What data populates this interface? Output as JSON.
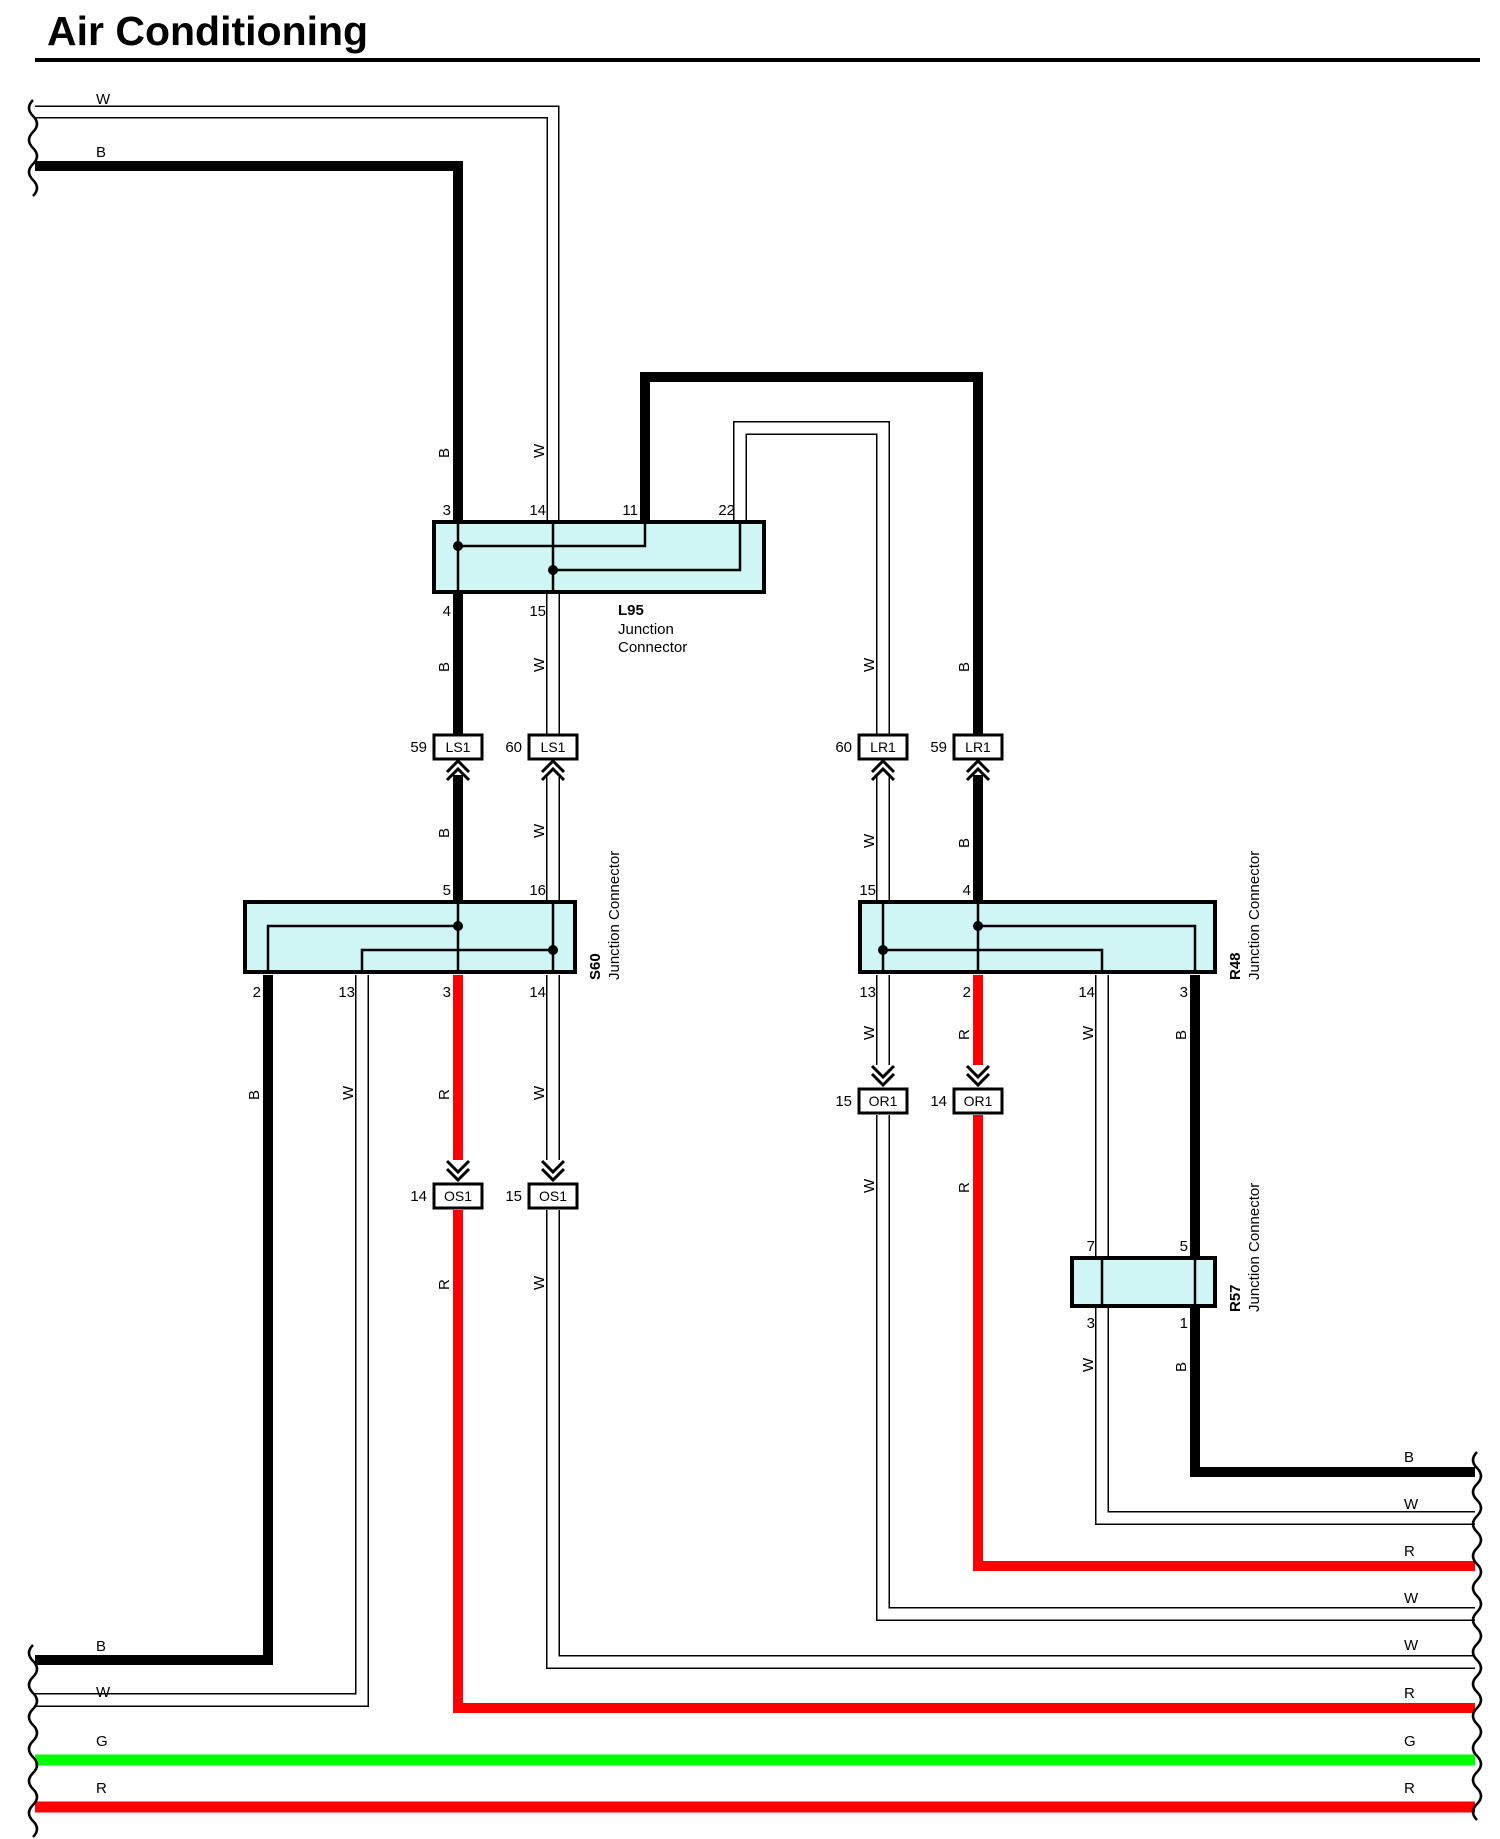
{
  "title": "Air Conditioning",
  "colors": {
    "B": "#000000",
    "W": "#ffffff",
    "R": "#ff0000",
    "G": "#00ff00",
    "connector_fill": "#cff5f5"
  },
  "wire_colors": {
    "black": "B",
    "white": "W",
    "red": "R",
    "green": "G"
  },
  "junction_connectors": {
    "L95": {
      "name": "L95",
      "desc_line1": "Junction",
      "desc_line2": "Connector",
      "pins_top": [
        "3",
        "14",
        "11",
        "22"
      ],
      "pins_bottom": [
        "4",
        "15"
      ]
    },
    "S60": {
      "name": "S60",
      "desc": "Junction Connector",
      "pins_top": [
        "5",
        "16"
      ],
      "pins_bottom": [
        "2",
        "13",
        "3",
        "14"
      ]
    },
    "R48": {
      "name": "R48",
      "desc": "Junction Connector",
      "pins_top": [
        "15",
        "4"
      ],
      "pins_bottom": [
        "13",
        "2",
        "14",
        "3"
      ]
    },
    "R57": {
      "name": "R57",
      "desc": "Junction Connector",
      "pins_top": [
        "7",
        "5"
      ],
      "pins_bottom": [
        "3",
        "1"
      ]
    }
  },
  "inline_connectors": [
    {
      "id": "LS1",
      "pin": "59"
    },
    {
      "id": "LS1",
      "pin": "60"
    },
    {
      "id": "LR1",
      "pin": "60"
    },
    {
      "id": "LR1",
      "pin": "59"
    },
    {
      "id": "OR1",
      "pin": "15"
    },
    {
      "id": "OR1",
      "pin": "14"
    },
    {
      "id": "OS1",
      "pin": "14"
    },
    {
      "id": "OS1",
      "pin": "15"
    }
  ],
  "left_edge_wires": [
    "W",
    "B",
    "B",
    "W",
    "G",
    "R"
  ],
  "right_edge_wires": [
    "B",
    "W",
    "R",
    "W",
    "W",
    "R",
    "G",
    "R"
  ]
}
